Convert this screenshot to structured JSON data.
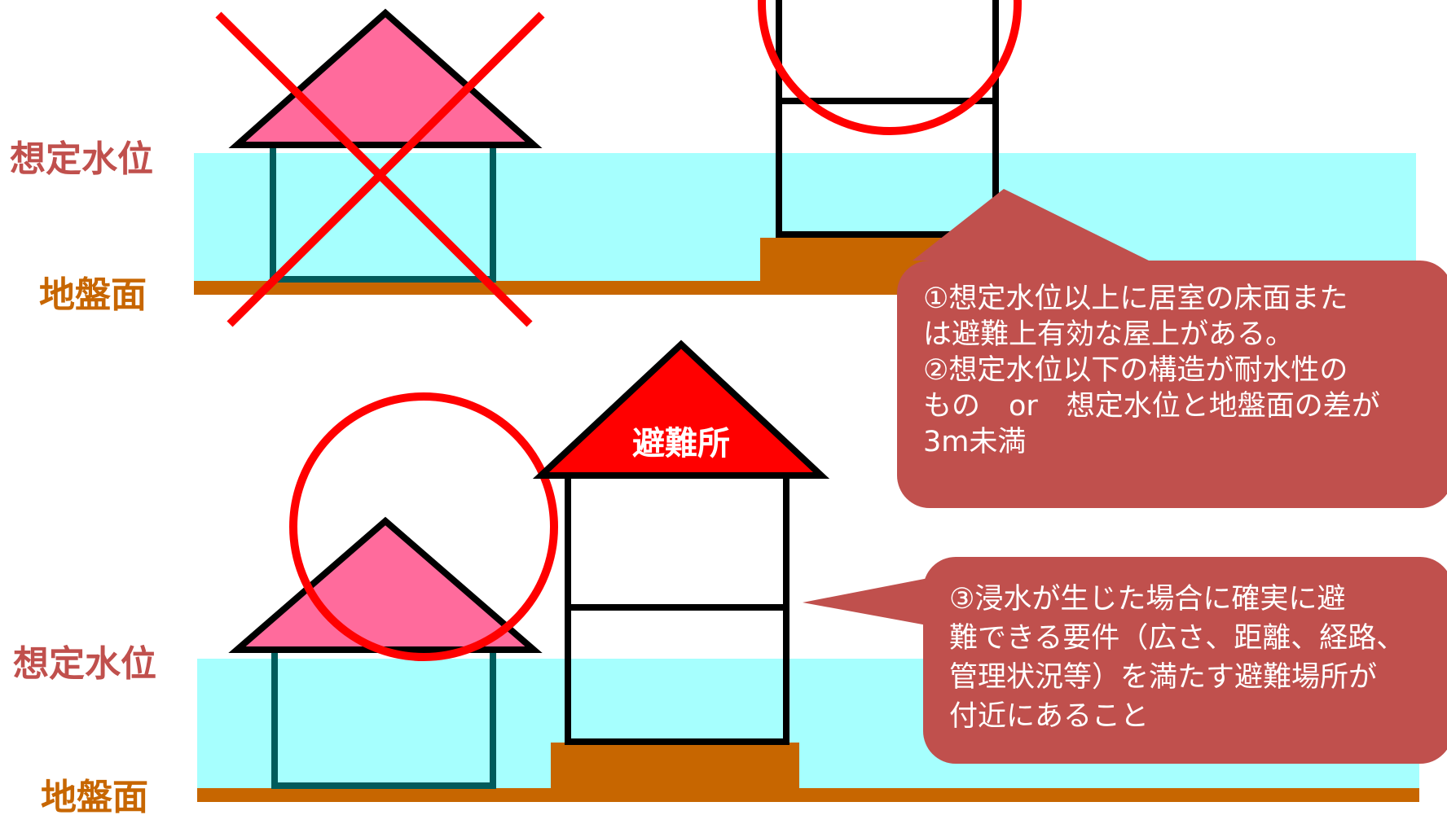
{
  "colors": {
    "water": "#a6fffe",
    "ground": "#c76600",
    "roof": "#ff6b9c",
    "shelter_roof": "#ff0000",
    "mark": "#ff0000",
    "callout": "#c0504d",
    "label_water": "#c0504d",
    "label_ground": "#c76600"
  },
  "top_section": {
    "water_level_label": "想定水位",
    "ground_label": "地盤面",
    "callout_lines": [
      "①想定水位以上に居室の床面また",
      "は避難上有効な屋上がある。",
      "②想定水位以下の構造が耐水性の",
      "もの　or　想定水位と地盤面の差が",
      "3m未満"
    ]
  },
  "bottom_section": {
    "water_level_label": "想定水位",
    "ground_label": "地盤面",
    "shelter_label": "避難所",
    "callout_lines": [
      "③浸水が生じた場合に確実に避",
      "難できる要件（広さ、距離、経路、",
      "管理状況等）を満たす避難場所が",
      "付近にあること"
    ]
  }
}
